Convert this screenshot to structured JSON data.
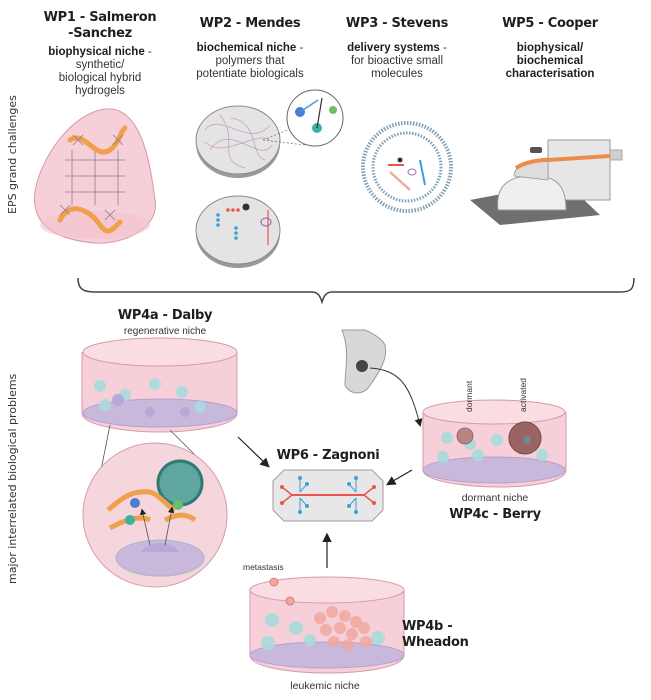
{
  "side_labels": {
    "top": "EPS grand challenges",
    "bottom": "major interrelated biological problems"
  },
  "top_packages": [
    {
      "title_line1": "WP1 - Salmeron",
      "title_line2": "-Sanchez",
      "desc_bold": "biophysical niche",
      "desc_rest_1": "synthetic/",
      "desc_rest_2": "biological hybrid",
      "desc_rest_3": "hydrogels"
    },
    {
      "title_line1": "WP2 - Mendes",
      "desc_bold": "biochemical niche",
      "desc_rest_1": "polymers that",
      "desc_rest_2": "potentiate biologicals"
    },
    {
      "title_line1": "WP3 - Stevens",
      "desc_bold": "delivery systems",
      "desc_rest_1": "for bioactive small",
      "desc_rest_2": "molecules"
    },
    {
      "title_line1": "WP5 - Cooper",
      "desc_bold_1": "biophysical/",
      "desc_bold_2": "biochemical",
      "desc_bold_3": "characterisation"
    }
  ],
  "bottom_packages": {
    "wp4a": {
      "title": "WP4a - Dalby",
      "niche": "regenerative niche"
    },
    "wp6": {
      "title": "WP6 - Zagnoni"
    },
    "wp4c": {
      "title": "WP4c - Berry",
      "niche": "dormant niche",
      "label_dormant": "dormant",
      "label_activated": "activated"
    },
    "wp4b": {
      "title": "WP4b - Wheadon",
      "niche": "leukemic niche",
      "label_metastasis": "metastasis"
    }
  },
  "colors": {
    "hydrogel_pink": "#f6cfd8",
    "fiber_orange": "#f0a04b",
    "cell_teal": "#a8dcdc",
    "cell_purple": "#b9a7d8",
    "channel_red": "#e8574d",
    "channel_blue": "#3e9fd6",
    "instrument_orange": "#f08a4b",
    "tumor_brown": "#9a6464"
  }
}
